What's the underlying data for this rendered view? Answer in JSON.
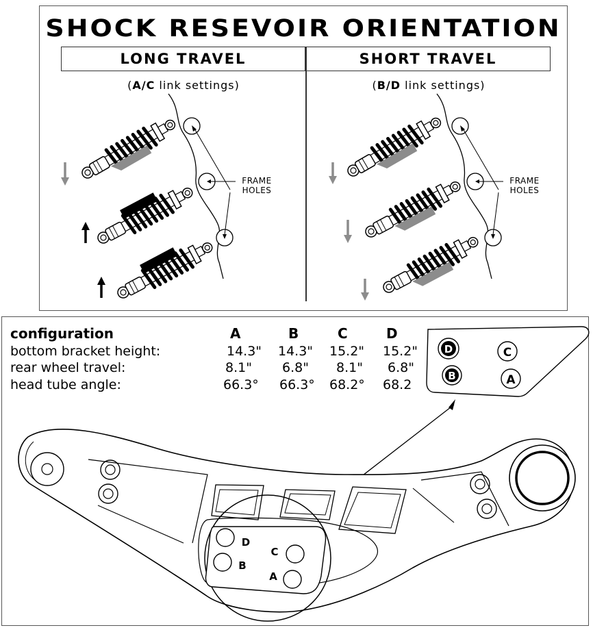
{
  "title": "SHOCK RESEVOIR ORIENTATION",
  "long_travel": {
    "header": "LONG TRAVEL",
    "sub_open": "(",
    "sub_bold": "A/C",
    "sub_rest": " link settings)",
    "frame_label_line1": "FRAME",
    "frame_label_line2": "HOLES"
  },
  "short_travel": {
    "header": "SHORT TRAVEL",
    "sub_open": "(",
    "sub_bold": "B/D",
    "sub_rest": " link settings)",
    "frame_label_line1": "FRAME",
    "frame_label_line2": "HOLES"
  },
  "config_table": {
    "header": "configuration",
    "columns": [
      "A",
      "B",
      "C",
      "D"
    ],
    "rows": [
      {
        "label": "bottom bracket height:",
        "values": [
          "14.3\"",
          "14.3\"",
          "15.2\"",
          "15.2\""
        ]
      },
      {
        "label": "rear wheel travel:",
        "values": [
          "8.1\"",
          "6.8\"",
          "8.1\"",
          "6.8\""
        ]
      },
      {
        "label": "head tube angle:",
        "values": [
          "66.3°",
          "66.3°",
          "68.2°",
          "68.2"
        ]
      }
    ]
  },
  "inset_holes": [
    "D",
    "C",
    "B",
    "A"
  ],
  "link_labels": [
    "D",
    "C",
    "B",
    "A"
  ],
  "colors": {
    "gray": "#8c8c8c",
    "black": "#000000"
  }
}
